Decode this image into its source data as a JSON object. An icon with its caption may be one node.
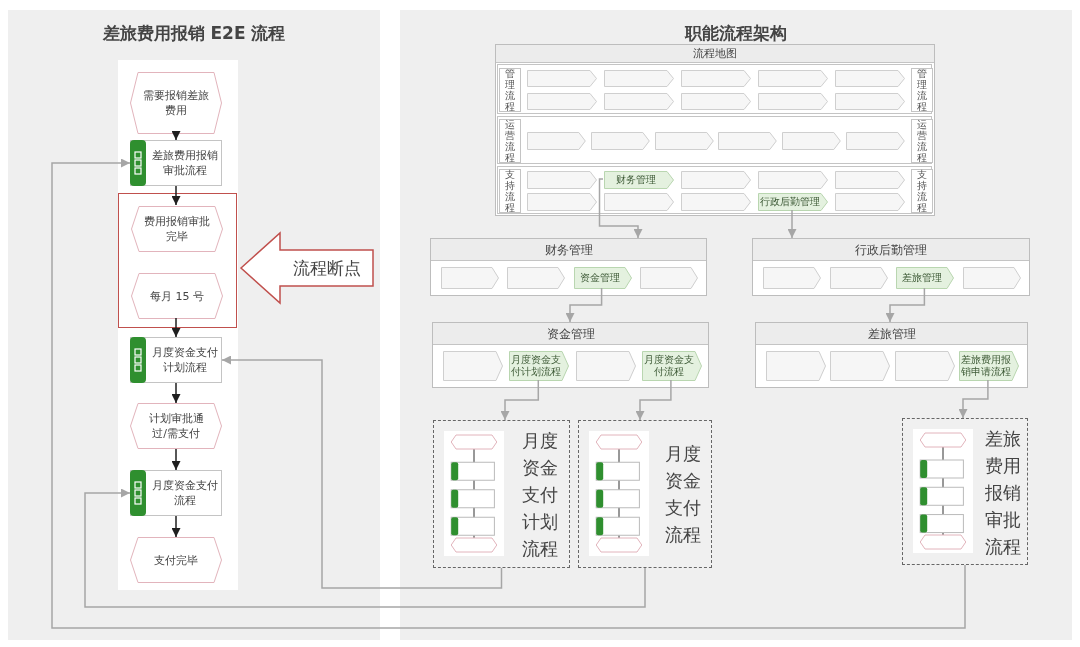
{
  "diagram": {
    "nodes": [
      {
        "text": [
          "差旅费用报销 E2E 流程"
        ]
      },
      {
        "text": [
          "需要报销差旅费用"
        ],
        "in": 0
      },
      {
        "text": [
          "差旅费用报销审批流程"
        ],
        "in": 0
      },
      {
        "text": [],
        "shape": "box",
        "in": 0
      },
      {
        "text": [
          "费用报销审批完毕"
        ],
        "in": 3
      },
      {
        "text": [
          "每月 15 号"
        ],
        "in": 3
      },
      {
        "text": [
          "月度资金支付计划流程"
        ],
        "in": 0
      },
      {
        "text": [
          "计划审批通过/需支付"
        ],
        "in": 0
      },
      {
        "text": [
          "月度资金支付流程"
        ],
        "in": 0
      },
      {
        "text": [
          "支付完毕"
        ],
        "in": 0
      },
      {
        "text": [
          "流程断点"
        ],
        "in": 0
      },
      {
        "text": [
          "职能流程架构"
        ]
      },
      {
        "text": [
          "流程地图"
        ],
        "in": 11
      },
      {
        "text": [
          "管理流程"
        ],
        "in": 12
      },
      {
        "text": [],
        "shape": "chevron",
        "in": 12
      },
      {
        "text": [],
        "shape": "chevron",
        "in": 12
      },
      {
        "text": [],
        "shape": "chevron",
        "in": 12
      },
      {
        "text": [],
        "shape": "chevron",
        "in": 12
      },
      {
        "text": [],
        "shape": "chevron",
        "in": 12
      },
      {
        "text": [],
        "shape": "chevron",
        "in": 12
      },
      {
        "text": [],
        "shape": "chevron",
        "in": 12
      },
      {
        "text": [],
        "shape": "chevron",
        "in": 12
      },
      {
        "text": [],
        "shape": "chevron",
        "in": 12
      },
      {
        "text": [],
        "shape": "chevron",
        "in": 12
      },
      {
        "text": [
          "管理流程"
        ],
        "in": 12
      },
      {
        "text": [
          "运营流程"
        ],
        "in": 12
      },
      {
        "text": [],
        "shape": "chevron",
        "in": 12
      },
      {
        "text": [],
        "shape": "chevron",
        "in": 12
      },
      {
        "text": [],
        "shape": "chevron",
        "in": 12
      },
      {
        "text": [],
        "shape": "chevron",
        "in": 12
      },
      {
        "text": [],
        "shape": "chevron",
        "in": 12
      },
      {
        "text": [],
        "shape": "chevron",
        "in": 12
      },
      {
        "text": [
          "运营流程"
        ],
        "in": 12
      },
      {
        "text": [
          "支持流程"
        ],
        "in": 12
      },
      {
        "text": [],
        "shape": "chevron",
        "in": 12
      },
      {
        "text": [
          "财务管理"
        ],
        "in": 12
      },
      {
        "text": [],
        "shape": "chevron",
        "in": 12
      },
      {
        "text": [],
        "shape": "chevron",
        "in": 12
      },
      {
        "text": [],
        "shape": "chevron",
        "in": 12
      },
      {
        "text": [],
        "shape": "chevron",
        "in": 12
      },
      {
        "text": [],
        "shape": "chevron",
        "in": 12
      },
      {
        "text": [],
        "shape": "chevron",
        "in": 12
      },
      {
        "text": [
          "行政后勤管理"
        ],
        "in": 12
      },
      {
        "text": [],
        "shape": "chevron",
        "in": 12
      },
      {
        "text": [
          "支持流程"
        ],
        "in": 12
      },
      {
        "text": [
          "财务管理"
        ],
        "in": 11
      },
      {
        "text": [],
        "shape": "chevron",
        "in": 45
      },
      {
        "text": [],
        "shape": "chevron",
        "in": 45
      },
      {
        "text": [
          "资金管理"
        ],
        "in": 45
      },
      {
        "text": [],
        "shape": "chevron",
        "in": 45
      },
      {
        "text": [
          "行政后勤管理"
        ],
        "in": 11
      },
      {
        "text": [],
        "shape": "chevron",
        "in": 50
      },
      {
        "text": [],
        "shape": "chevron",
        "in": 50
      },
      {
        "text": [
          "差旅管理"
        ],
        "in": 50
      },
      {
        "text": [],
        "shape": "chevron",
        "in": 50
      },
      {
        "text": [
          "资金管理"
        ],
        "in": 11
      },
      {
        "text": [],
        "shape": "chevron",
        "in": 55
      },
      {
        "text": [
          "月度资金支付计划流程"
        ],
        "in": 55
      },
      {
        "text": [],
        "shape": "chevron",
        "in": 55
      },
      {
        "text": [
          "月度资金支付流程"
        ],
        "in": 55
      },
      {
        "text": [
          "差旅管理"
        ],
        "in": 11
      },
      {
        "text": [],
        "shape": "chevron",
        "in": 60
      },
      {
        "text": [],
        "shape": "chevron",
        "in": 60
      },
      {
        "text": [],
        "shape": "chevron",
        "in": 60
      },
      {
        "text": [
          "差旅费用报销申请流程"
        ],
        "in": 60
      },
      {
        "text": [
          "月度资金支付计划流程"
        ],
        "in": 11
      },
      {
        "text": [
          "月度资金支付流程"
        ],
        "in": 11
      },
      {
        "text": [
          "差旅费用报销审批流程"
        ],
        "in": 11
      }
    ],
    "edges": [
      {
        "from": 1,
        "to": 2,
        "arrow": "to",
        "color": "#1f1f1f"
      },
      {
        "from": 2,
        "to": 4,
        "arrow": "to",
        "color": "#1f1f1f"
      },
      {
        "from": 5,
        "to": 6,
        "arrow": "to",
        "color": "#1f1f1f"
      },
      {
        "from": 6,
        "to": 7,
        "arrow": "to",
        "color": "#1f1f1f"
      },
      {
        "from": 7,
        "to": 8,
        "arrow": "to",
        "color": "#1f1f1f"
      },
      {
        "from": 8,
        "to": 9,
        "arrow": "to",
        "color": "#1f1f1f"
      },
      {
        "from": 35,
        "to": 45,
        "arrow": "to"
      },
      {
        "from": 42,
        "to": 50,
        "arrow": "to"
      },
      {
        "from": 48,
        "to": 55,
        "arrow": "to"
      },
      {
        "from": 53,
        "to": 60,
        "arrow": "to"
      },
      {
        "from": 57,
        "to": 65,
        "arrow": "to"
      },
      {
        "from": 59,
        "to": 66,
        "arrow": "to"
      },
      {
        "from": 64,
        "to": 67,
        "arrow": "to"
      },
      {
        "from": 65,
        "to": 6,
        "arrow": "to"
      },
      {
        "from": 66,
        "to": 8,
        "arrow": "to"
      },
      {
        "from": 67,
        "to": 2,
        "arrow": "to"
      }
    ]
  }
}
